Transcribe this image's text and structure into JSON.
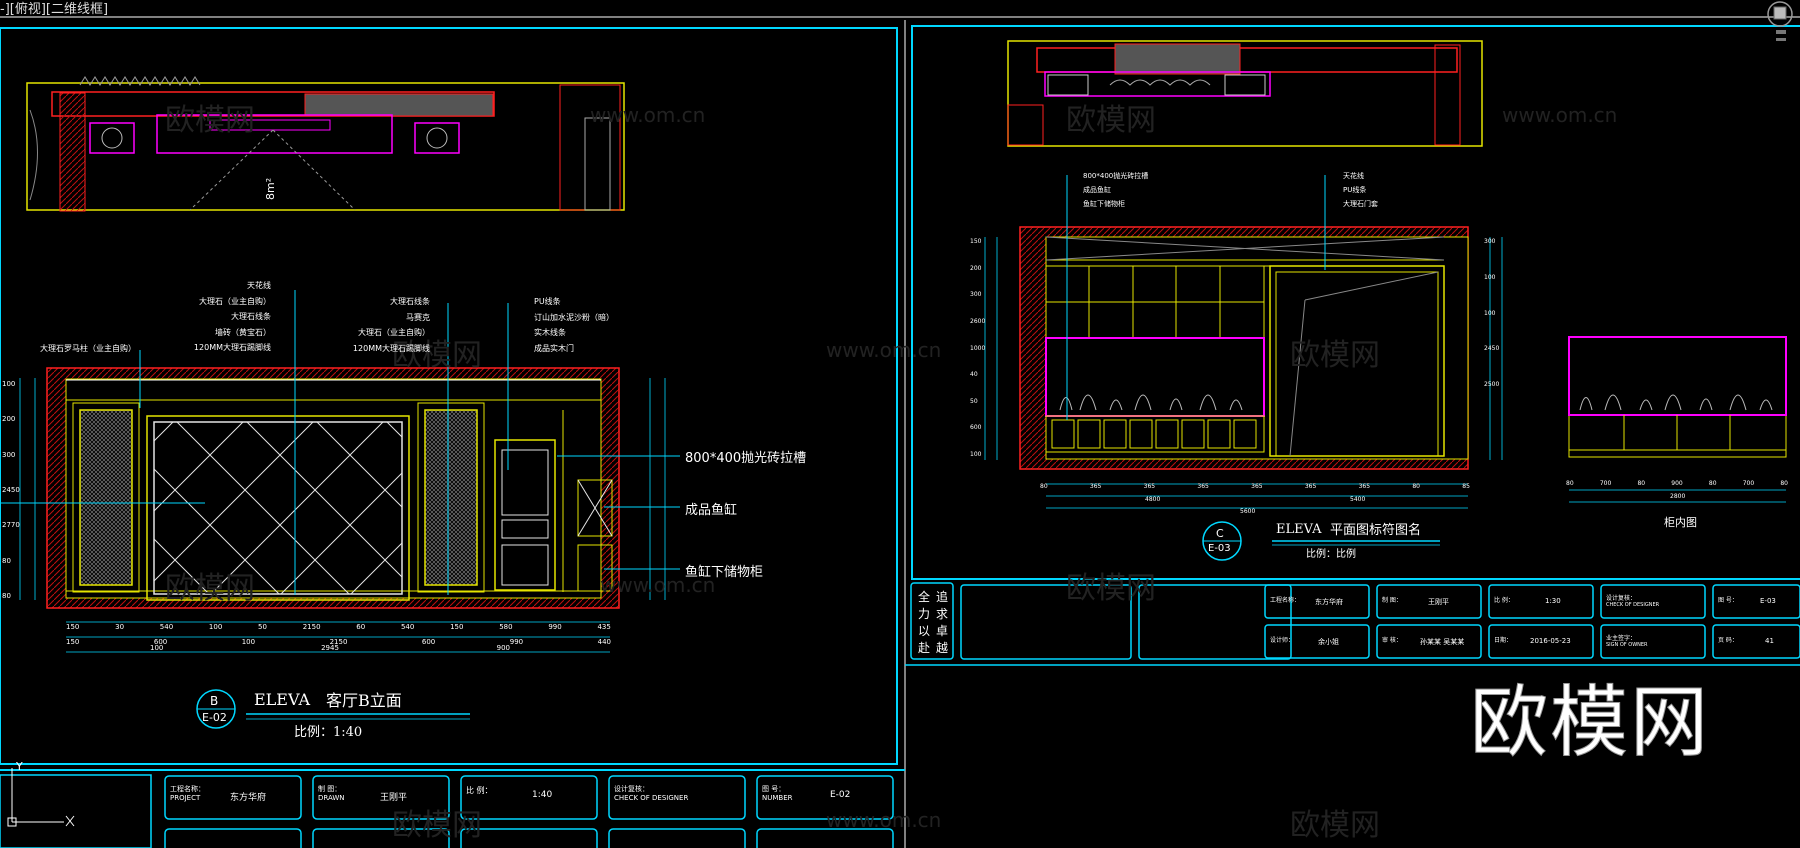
{
  "viewport": {
    "label": "-][俯视][二维线框]"
  },
  "watermarks": {
    "text_cn": "欧模网",
    "url": "www.om.cn",
    "big": "欧模网"
  },
  "left_sheet": {
    "callouts_left": [
      "天花线",
      "大理石（业主自购）",
      "大理石线条",
      "墙砖（黄宝石）",
      "120MM大理石踢脚线"
    ],
    "callouts_mid": [
      "大理石线条",
      "马赛克",
      "大理石（业主自购）",
      "120MM大理石踢脚线"
    ],
    "callouts_right": [
      "PU线条",
      "订山加水泥沙粉（暗）",
      "实木线条",
      "成品实木门"
    ],
    "callout_pillar": "大理石罗马柱（业主自购）",
    "label_tiles": "800*400抛光砖拉槽",
    "label_aquarium": "成品鱼缸",
    "label_cabinet": "鱼缸下储物柜",
    "plan_note": "8m²",
    "title_en": "ELEVA",
    "title_cn": "客厅B立面",
    "scale": "比例：1:40",
    "bubble_letter": "B",
    "bubble_code": "E-02",
    "dim_bottom_1": [
      "150",
      "30",
      "540",
      "100",
      "50",
      "2150",
      "60",
      "540",
      "150",
      "580",
      "990",
      "435"
    ],
    "dim_bottom_2": [
      "150",
      "600",
      "100",
      "2150",
      "600",
      "990",
      "440"
    ],
    "dim_bottom_3": [
      "100",
      "2945",
      "900"
    ],
    "dim_left": [
      "100",
      "200",
      "300",
      "2450",
      "2770",
      "80",
      "80"
    ],
    "title_block": {
      "project_label": "工程名称：",
      "project_label_en": "PROJECT",
      "project_value": "东方华府",
      "drawn_label": "制 图：",
      "drawn_label_en": "DRAWN",
      "drawn_value": "王刚平",
      "scale_label": "比 例：",
      "scale_value": "1:40",
      "design_label": "设计复核：",
      "design_label_en": "CHECK OF DESIGNER",
      "sheet_label": "图 号：",
      "sheet_label_en": "NUMBER",
      "sheet_value": "E-02"
    }
  },
  "right_sheet": {
    "callouts_left": [
      "800*400抛光砖拉槽",
      "成品鱼缸",
      "鱼缸下储物柜"
    ],
    "callouts_right": [
      "天花线",
      "PU线条",
      "大理石门套"
    ],
    "title_en": "ELEVA",
    "title_cn": "平面图标符图名",
    "scale": "比例：比例",
    "bubble_letter": "C",
    "bubble_code": "E-03",
    "detail_caption": "柜内图",
    "dims_bottom": [
      "80",
      "365",
      "365",
      "365",
      "365",
      "365",
      "365",
      "80",
      "85"
    ],
    "dims_total": [
      "4800",
      "5400"
    ],
    "dims_total_2": "5600",
    "dims_detail": [
      "80",
      "700",
      "80",
      "900",
      "80",
      "700",
      "80"
    ],
    "dims_detail_total": "2800",
    "dims_left": [
      "150",
      "200",
      "300",
      "2600",
      "1000",
      "40",
      "50",
      "600",
      "100"
    ],
    "dims_right": [
      "300",
      "100",
      "100",
      "2450",
      "2500"
    ],
    "slogan_chars": [
      "全",
      "追",
      "力",
      "求",
      "以",
      "卓",
      "赴",
      "越"
    ],
    "title_block": {
      "project_label": "工程名称：",
      "project_value": "东方华府",
      "drawn_label": "制 图：",
      "drawn_value": "王刚平",
      "scale_label": "比 例：",
      "scale_value": "1:30",
      "design_label": "设计复核：",
      "design_label_en": "CHECK OF DESIGNER",
      "sheet_label": "图 号：",
      "sheet_value": "E-03",
      "company_label": "设计师：",
      "company_value": "余小姐",
      "review_label": "审 核：",
      "review_value": "孙某某 吴某某",
      "date_label": "日期：",
      "date_value": "2016-05-23",
      "owner_label": "业主签字：",
      "owner_label_en": "SIGN OF OWNER",
      "page_label": "页 码：",
      "page_value": "41"
    }
  },
  "colors": {
    "frame": "#00d8ff",
    "yellow": "#e5e500",
    "red": "#ff2020",
    "magenta": "#ff00ff",
    "white": "#ffffff",
    "gray": "#8c8c8c"
  }
}
